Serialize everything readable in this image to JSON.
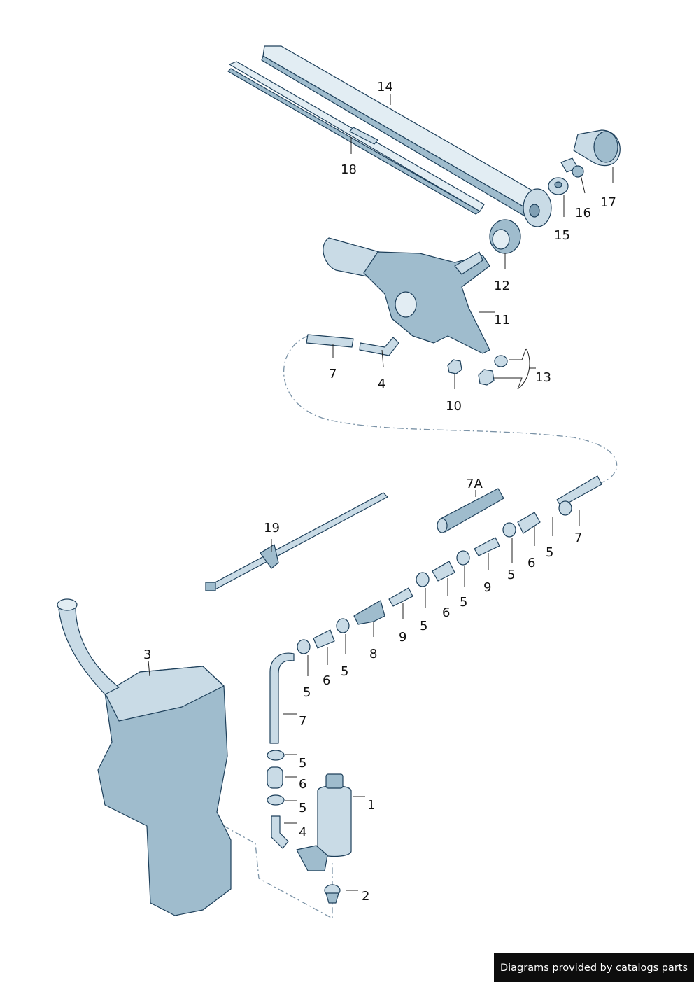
{
  "labels": {
    "p1": "1",
    "p2": "2",
    "p3": "3",
    "p4a": "4",
    "p4b": "4",
    "p5a": "5",
    "p5b": "5",
    "p5c": "5",
    "p5d": "5",
    "p5e": "5",
    "p5f": "5",
    "p5g": "5",
    "p5h": "5",
    "p6a": "6",
    "p6b": "6",
    "p6c": "6",
    "p6d": "6",
    "p7a": "7",
    "p7b": "7",
    "p7c": "7",
    "p7A": "7A",
    "p8": "8",
    "p9a": "9",
    "p9b": "9",
    "p10": "10",
    "p11": "11",
    "p12": "12",
    "p13": "13",
    "p14": "14",
    "p15": "15",
    "p16": "16",
    "p17": "17",
    "p18": "18",
    "p19": "19"
  },
  "footer": {
    "credit": "Diagrams provided by catalogs parts"
  },
  "colors": {
    "part_fill": "#9fbccd",
    "part_light": "#c9dbe6",
    "outline": "#1d3f5a",
    "credit_bg": "#0d0d0d"
  }
}
